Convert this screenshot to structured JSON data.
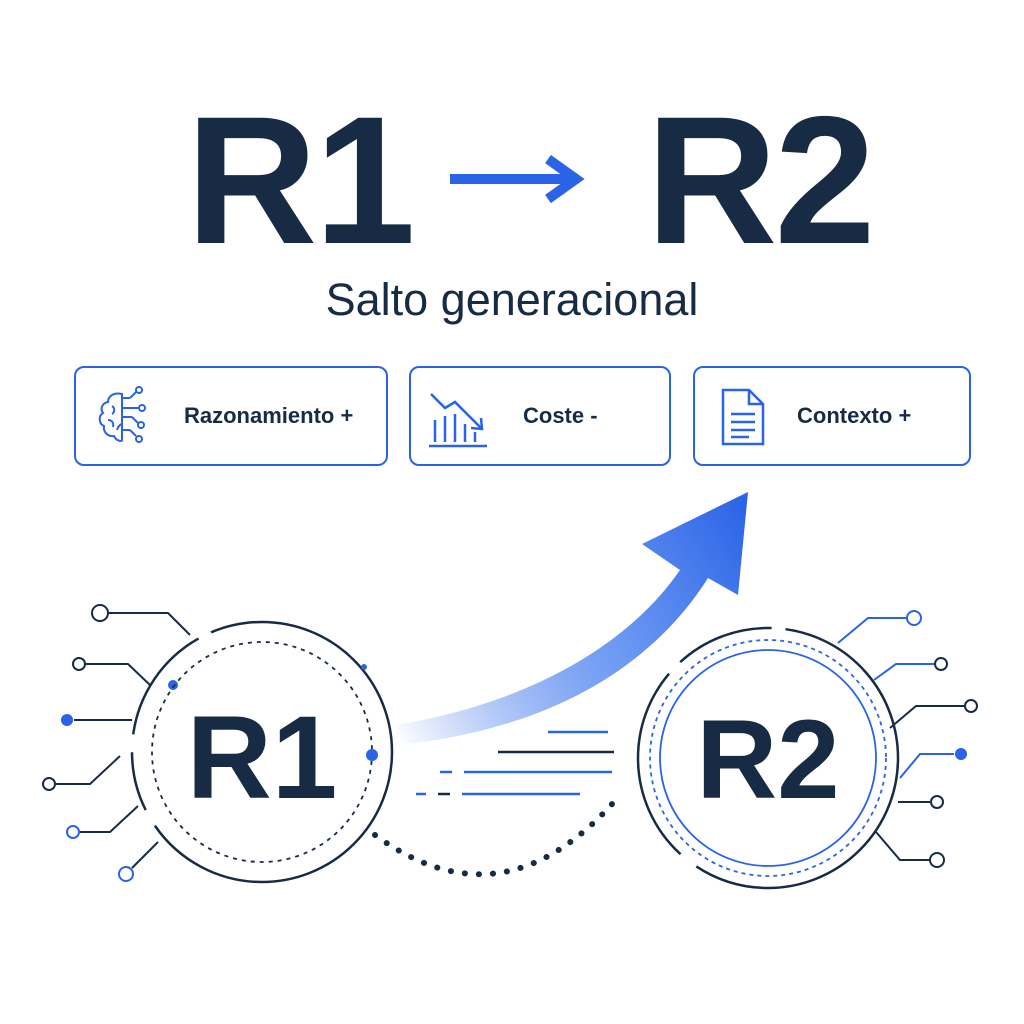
{
  "header": {
    "from_label": "R1",
    "to_label": "R2",
    "subtitle": "Salto generacional"
  },
  "cards": [
    {
      "label": "Razonamiento +",
      "icon": "brain-circuit-icon"
    },
    {
      "label": "Coste -",
      "icon": "bar-chart-down-icon"
    },
    {
      "label": "Contexto +",
      "icon": "document-icon"
    }
  ],
  "diagram": {
    "node_from": "R1",
    "node_to": "R2"
  },
  "colors": {
    "navy": "#182b45",
    "accent": "#2a63e6",
    "accent_light": "#5b8ef2"
  }
}
